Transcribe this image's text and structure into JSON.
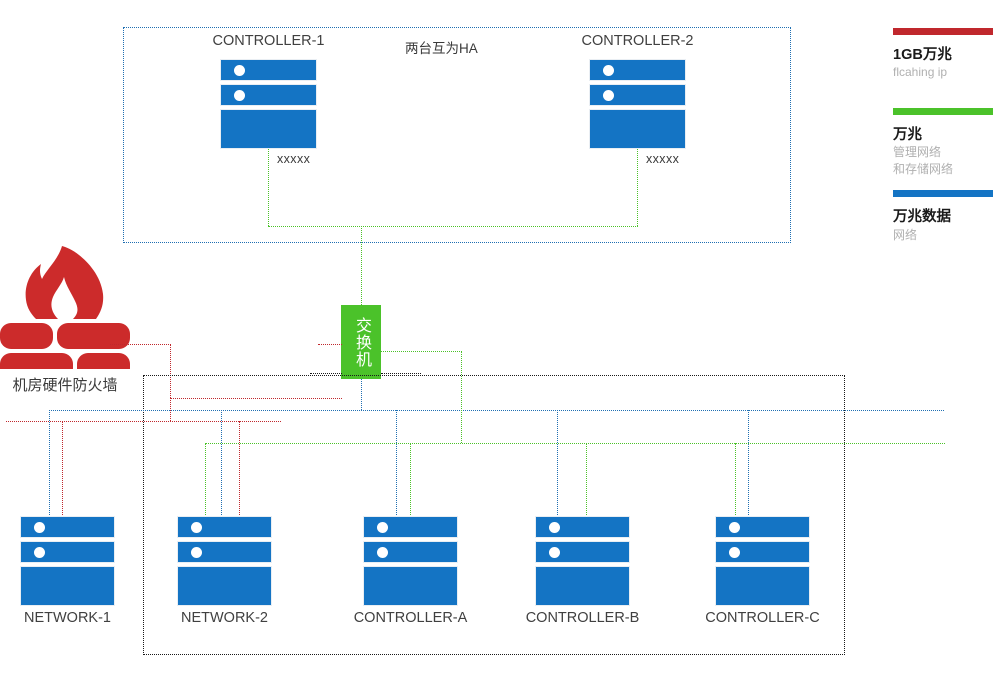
{
  "diagram": {
    "title_note": "两台互为HA",
    "firewall": {
      "icon": "firewall-flame-brick-icon",
      "label": "机房硬件防火墙"
    },
    "switch": {
      "label": "交换机",
      "color": "#4bc22a"
    },
    "top_group": {
      "nodes": [
        {
          "name": "CONTROLLER-1",
          "port_label": "xxxxx"
        },
        {
          "name": "CONTROLLER-2",
          "port_label": "xxxxx"
        }
      ]
    },
    "bottom_group": {
      "nodes": [
        {
          "name": "NETWORK-1"
        },
        {
          "name": "NETWORK-2"
        },
        {
          "name": "CONTROLLER-A"
        },
        {
          "name": "CONTROLLER-B"
        },
        {
          "name": "CONTROLLER-C"
        }
      ]
    },
    "legend": [
      {
        "color": "#c0282d",
        "title": "1GB万兆",
        "subtitle": [
          "flcahing ip"
        ]
      },
      {
        "color": "#4bc22a",
        "title": "万兆",
        "subtitle": [
          "管理网络",
          "和存储网络"
        ]
      },
      {
        "color": "#1474c4",
        "title": "万兆数据",
        "subtitle": [
          "网络"
        ]
      }
    ]
  }
}
